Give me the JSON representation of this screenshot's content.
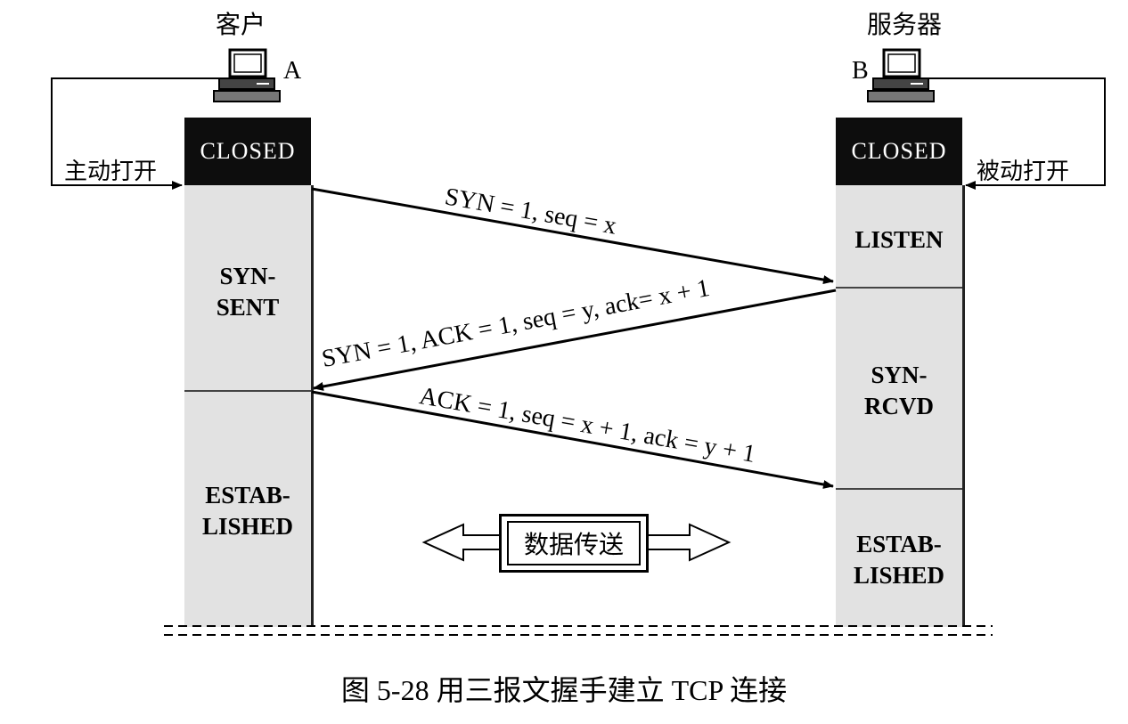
{
  "client": {
    "role": "客户",
    "letter": "A",
    "open_label": "主动打开",
    "closed": "CLOSED"
  },
  "server": {
    "role": "服务器",
    "letter": "B",
    "open_label": "被动打开",
    "closed": "CLOSED"
  },
  "client_states": [
    "SYN-\nSENT",
    "ESTAB-\nLISHED"
  ],
  "server_states": [
    "LISTEN",
    "SYN-\nRCVD",
    "ESTAB-\nLISHED"
  ],
  "messages": [
    {
      "text": "SYN = 1, seq = x",
      "direction": "client-to-server"
    },
    {
      "text": "SYN = 1, ACK = 1, seq = y, ack= x + 1",
      "direction": "server-to-client"
    },
    {
      "text": "ACK = 1, seq = x + 1, ack = y + 1",
      "direction": "client-to-server"
    }
  ],
  "data_transfer": "数据传送",
  "caption": "图 5-28  用三报文握手建立 TCP 连接",
  "colors": {
    "column_fill": "#e2e2e2",
    "closed_fill": "#0d0d0d",
    "line": "#000000"
  },
  "icons": [
    "computer-icon",
    "computer-icon"
  ]
}
